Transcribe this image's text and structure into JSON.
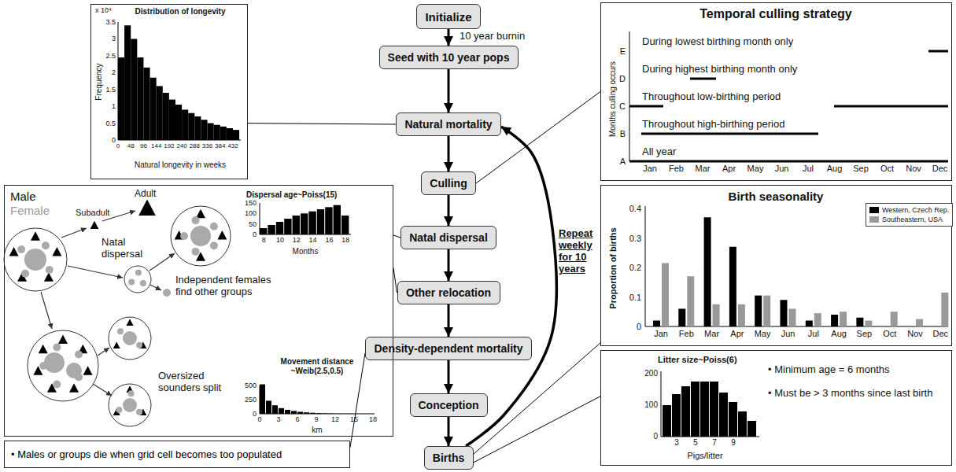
{
  "diagram": {
    "nodes": [
      {
        "text": [
          "Initialize"
        ]
      },
      {
        "text": [
          "Seed with 10 year pops"
        ]
      },
      {
        "text": [
          "Natural mortality"
        ]
      },
      {
        "text": [
          "Culling"
        ]
      },
      {
        "text": [
          "Natal dispersal"
        ]
      },
      {
        "text": [
          "Other relocation"
        ]
      },
      {
        "text": [
          "Density-dependent mortality"
        ]
      },
      {
        "text": [
          "Conception"
        ]
      },
      {
        "text": [
          "Births"
        ]
      },
      {
        "text": [
          "Distribution of longevity",
          "Frequency",
          "Natural longevity in weeks"
        ]
      },
      {
        "text": [
          "Male",
          "Female",
          "Adult",
          "Subadult",
          "Natal dispersal",
          "Independent females find other groups",
          "Oversized sounders split",
          "Dispersal age~Poiss(15)",
          "Months",
          "Movement distance ~Weib(2.5,0.5)",
          "km"
        ]
      },
      {
        "text": [
          "• Males or groups die when grid cell becomes too populated"
        ]
      },
      {
        "text": [
          "Temporal culling strategy",
          "Months culling occurs",
          "During lowest birthing month only",
          "During highest birthing month only",
          "Throughout low-birthing period",
          "Throughout high-birthing period",
          "All year"
        ]
      },
      {
        "text": [
          "Birth seasonality",
          "Proportion of births"
        ]
      },
      {
        "text": [
          "Litter size~Poiss(6)",
          "Pigs/litter",
          "• Minimum age = 6 months",
          "• Must be > 3 months since last birth"
        ]
      }
    ],
    "edges": [
      {
        "from": 0,
        "to": 1,
        "arrow": "to",
        "label": "10 year burnin"
      },
      {
        "from": 1,
        "to": 2,
        "arrow": "to"
      },
      {
        "from": 2,
        "to": 3,
        "arrow": "to"
      },
      {
        "from": 3,
        "to": 4,
        "arrow": "to"
      },
      {
        "from": 4,
        "to": 5,
        "arrow": "to"
      },
      {
        "from": 5,
        "to": 6,
        "arrow": "to"
      },
      {
        "from": 6,
        "to": 7,
        "arrow": "to"
      },
      {
        "from": 7,
        "to": 8,
        "arrow": "to"
      },
      {
        "from": 8,
        "to": 2,
        "arrow": "to",
        "label": "Repeat weekly for 10 years"
      },
      {
        "from": 9,
        "to": 2,
        "arrow": "none"
      },
      {
        "from": 10,
        "to": 4,
        "arrow": "none"
      },
      {
        "from": 10,
        "to": 5,
        "arrow": "none"
      },
      {
        "from": 11,
        "to": 6,
        "arrow": "none"
      },
      {
        "from": 12,
        "to": 3,
        "arrow": "none"
      },
      {
        "from": 8,
        "to": 13,
        "arrow": "none"
      },
      {
        "from": 8,
        "to": 14,
        "arrow": "none"
      }
    ],
    "labels": [
      "x 10⁴",
      "0",
      "0.5",
      "1",
      "1.5",
      "2",
      "2.5",
      "3",
      "3.5",
      "0",
      "48",
      "96",
      "144",
      "192",
      "240",
      "288",
      "336",
      "384",
      "432",
      "0",
      "50",
      "100",
      "150",
      "8",
      "10",
      "12",
      "14",
      "16",
      "18",
      "0",
      "250",
      "500",
      "0",
      "3",
      "6",
      "9",
      "12",
      "15",
      "18",
      "A",
      "B",
      "C",
      "D",
      "E",
      "Jan",
      "Feb",
      "Mar",
      "Apr",
      "May",
      "Jun",
      "Jul",
      "Aug",
      "Sep",
      "Oct",
      "Nov",
      "Dec",
      "0",
      "0.1",
      "0.2",
      "0.3",
      "0.4",
      "Jan",
      "Feb",
      "Mar",
      "Apr",
      "May",
      "Jun",
      "Jul",
      "Aug",
      "Sep",
      "Oct",
      "Nov",
      "Dec",
      "0",
      "100",
      "200",
      "3",
      "5",
      "7",
      "9"
    ],
    "legend": [
      {
        "text": "Western, Czech Rep.",
        "color": "#000000"
      },
      {
        "text": "Southeastern, USA",
        "color": "#999999"
      }
    ]
  }
}
